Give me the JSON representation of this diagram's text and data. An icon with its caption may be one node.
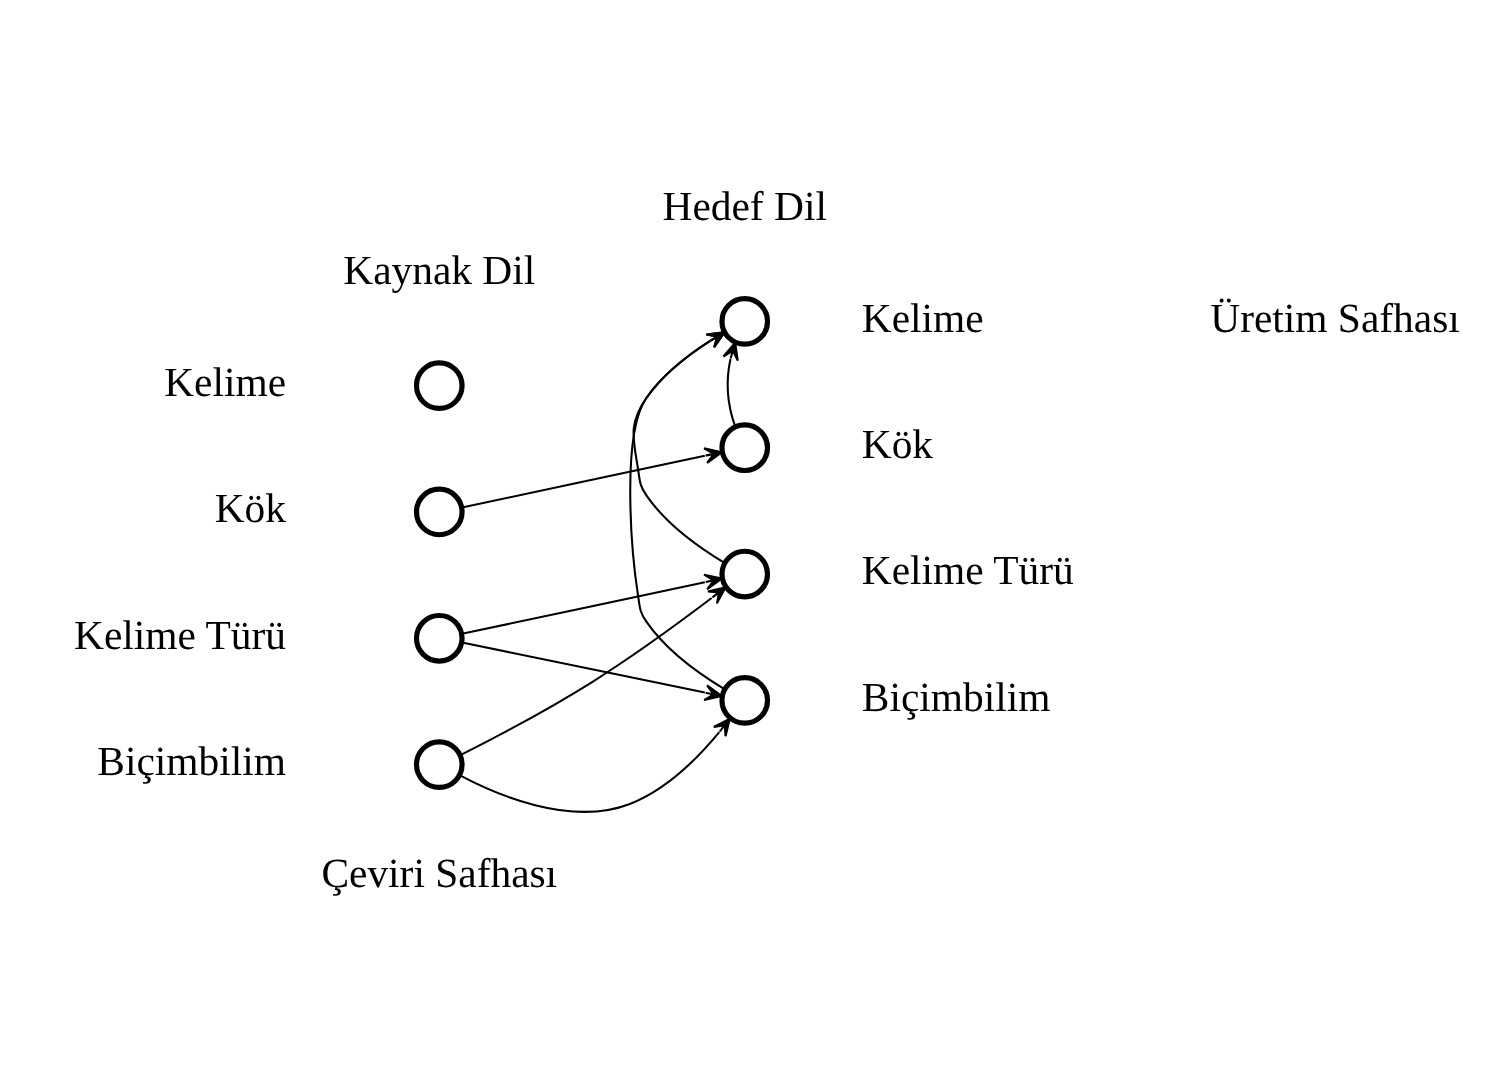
{
  "diagram": {
    "nodes": [
      {
        "text": [],
        "shape": "circle",
        "beside": [
          "Kelime"
        ]
      },
      {
        "text": [],
        "shape": "circle",
        "beside": [
          "Kök"
        ]
      },
      {
        "text": [],
        "shape": "circle",
        "beside": [
          "Kelime Türü"
        ]
      },
      {
        "text": [],
        "shape": "circle",
        "beside": [
          "Biçimbilim"
        ]
      },
      {
        "text": [],
        "shape": "circle",
        "beside": [
          "Kelime"
        ]
      },
      {
        "text": [],
        "shape": "circle",
        "beside": [
          "Kök"
        ]
      },
      {
        "text": [],
        "shape": "circle",
        "beside": [
          "Kelime Türü"
        ]
      },
      {
        "text": [],
        "shape": "circle",
        "beside": [
          "Biçimbilim"
        ]
      }
    ],
    "edges": [
      {
        "from": 1,
        "to": 5,
        "arrow": "to"
      },
      {
        "from": 2,
        "to": 6,
        "arrow": "to"
      },
      {
        "from": 2,
        "to": 7,
        "arrow": "to"
      },
      {
        "from": 3,
        "to": 6,
        "arrow": "to"
      },
      {
        "from": 3,
        "to": 7,
        "arrow": "to"
      },
      {
        "from": 5,
        "to": 4,
        "arrow": "to"
      },
      {
        "from": 6,
        "to": 4,
        "arrow": "to"
      },
      {
        "from": 7,
        "to": 4,
        "arrow": "to"
      }
    ],
    "labels": [
      "Kaynak Dil",
      "Hedef Dil",
      "Üretim Safhası",
      "Çeviri Safhası"
    ]
  }
}
